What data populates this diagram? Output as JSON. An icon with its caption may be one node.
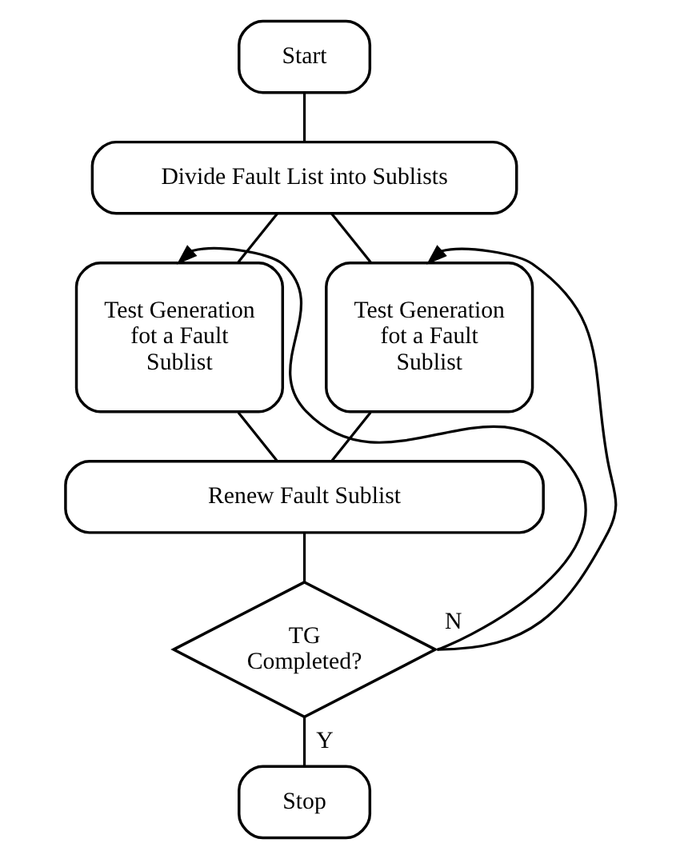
{
  "diagram": {
    "nodes": [
      {
        "text": [
          "Start"
        ]
      },
      {
        "text": [
          "Divide Fault List into Sublists"
        ]
      },
      {
        "text": [
          "Test Generation fot a Fault Sublist"
        ]
      },
      {
        "text": [
          "Test Generation fot a Fault Sublist"
        ]
      },
      {
        "text": [
          "Renew Fault Sublist"
        ]
      },
      {
        "text": [
          "TG Completed?"
        ]
      },
      {
        "text": [
          "Stop"
        ]
      }
    ],
    "edges": [
      {
        "from": 0,
        "to": 1,
        "arrow": "none"
      },
      {
        "from": 1,
        "to": 2,
        "arrow": "none"
      },
      {
        "from": 1,
        "to": 3,
        "arrow": "none"
      },
      {
        "from": 2,
        "to": 4,
        "arrow": "none"
      },
      {
        "from": 3,
        "to": 4,
        "arrow": "none"
      },
      {
        "from": 4,
        "to": 5,
        "arrow": "none"
      },
      {
        "from": 5,
        "to": 6,
        "label": "Y",
        "arrow": "none"
      },
      {
        "from": 5,
        "to": 2,
        "label": "N",
        "arrow": "to"
      },
      {
        "from": 5,
        "to": 3,
        "arrow": "to"
      }
    ]
  }
}
